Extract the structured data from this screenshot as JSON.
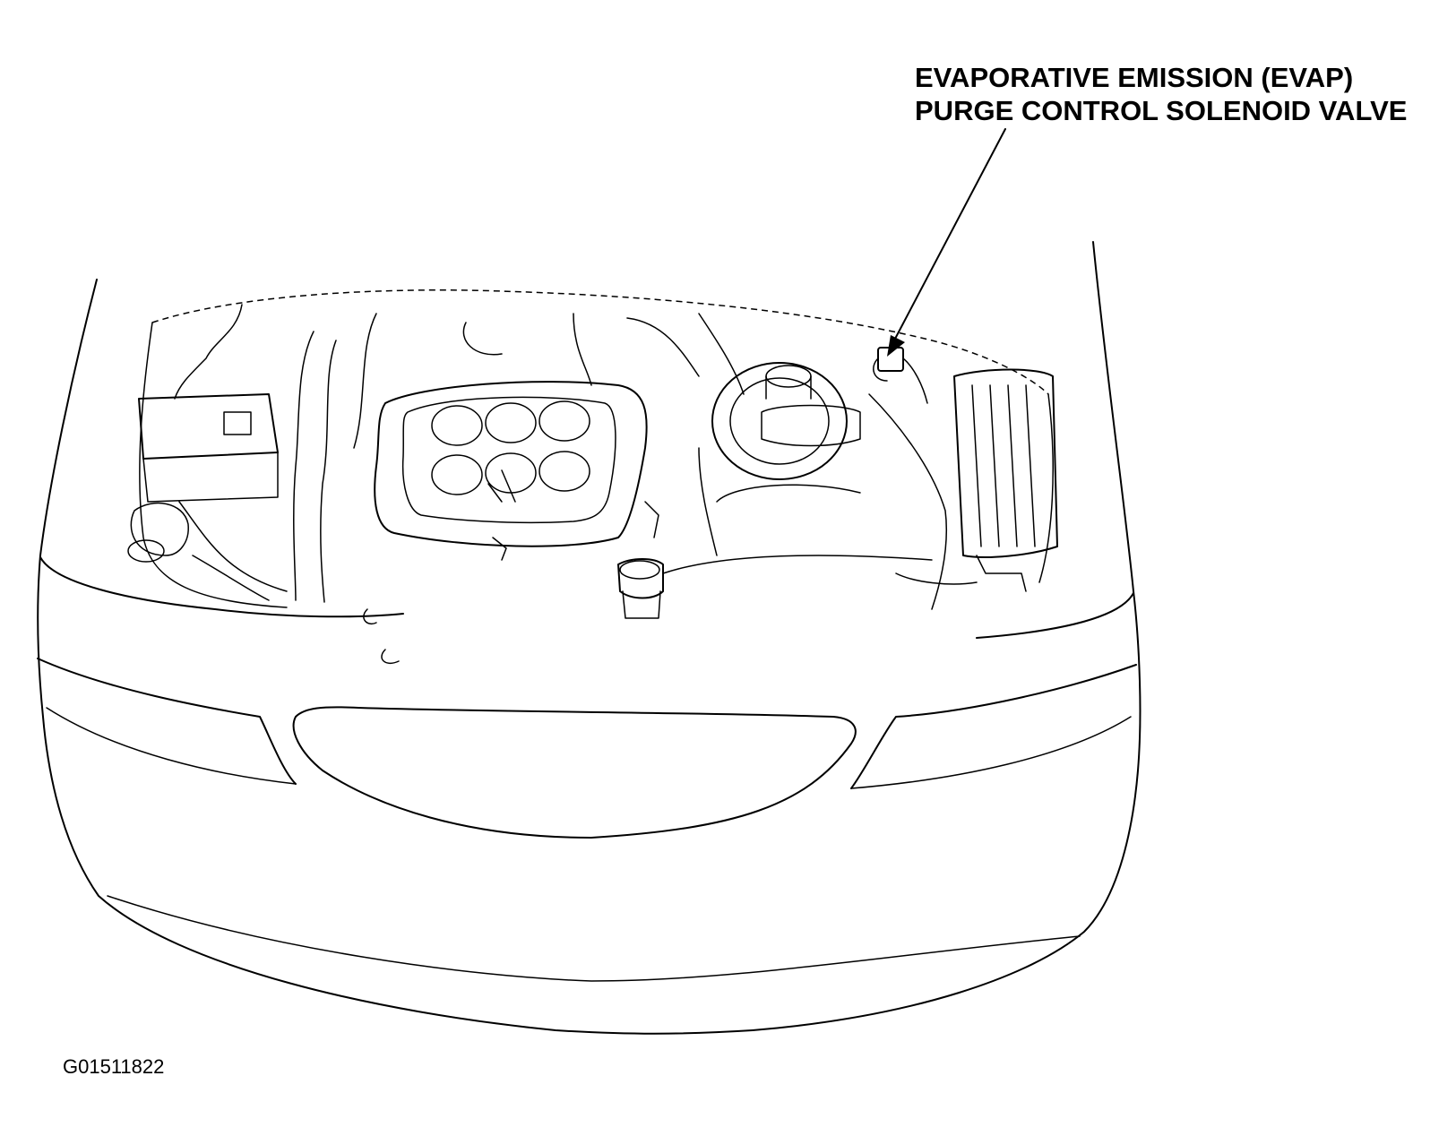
{
  "callout": {
    "line1": "EVAPORATIVE EMISSION (EVAP)",
    "line2": "PURGE CONTROL SOLENOID VALVE"
  },
  "figure_id": "G01511822",
  "colors": {
    "line": "#000000",
    "background": "#ffffff"
  }
}
